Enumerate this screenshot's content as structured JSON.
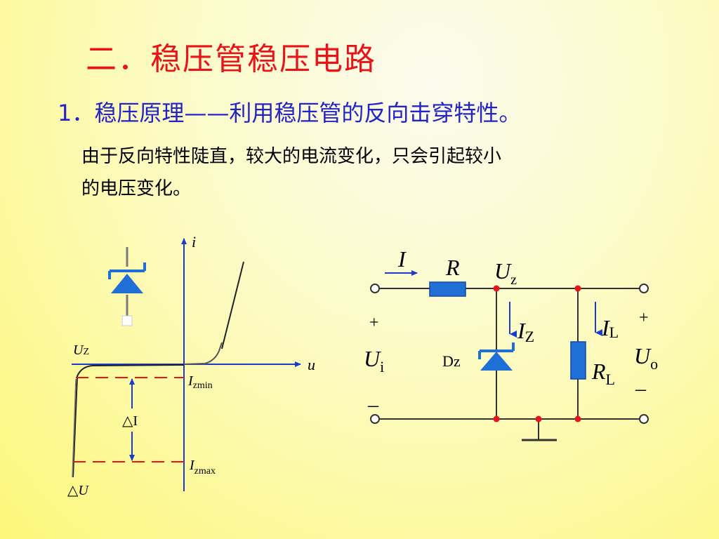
{
  "slide": {
    "title": "二．稳压管稳压电路",
    "subtitle": "1．稳压原理——利用稳压管的反向击穿特性。",
    "body_line1": "由于反向特性陡直，较大的电流变化，只会引起较小",
    "body_line2": "的电压变化。"
  },
  "iv_curve": {
    "axis_i": "i",
    "axis_u": "u",
    "uz_main": "U",
    "uz_sub": "Z",
    "izmin_main": "I",
    "izmin_sub": "zmin",
    "izmax_main": "I",
    "izmax_sub": "zmax",
    "delta_i": "△I",
    "delta_u_sym": "△",
    "delta_u_var": "U"
  },
  "circuit": {
    "current_I": "I",
    "resistor_R": "R",
    "uz_main": "U",
    "uz_sub": "z",
    "plus_left": "+",
    "ui_main": "U",
    "ui_sub": "i",
    "minus_left": "–",
    "iz_main": "I",
    "iz_sub": "Z",
    "dz_label": "Dz",
    "il_main": "I",
    "il_sub": "L",
    "rl_main": "R",
    "rl_sub": "L",
    "plus_right": "+",
    "uo_main": "U",
    "uo_sub": "o",
    "minus_right": "–"
  },
  "colors": {
    "title": "#e8141a",
    "subtitle": "#2323c8",
    "component_blue": "#1f6fd6",
    "junction_red": "#e8141a",
    "axis_blue": "#1a3cc8",
    "dashed_red": "#e8141a"
  }
}
